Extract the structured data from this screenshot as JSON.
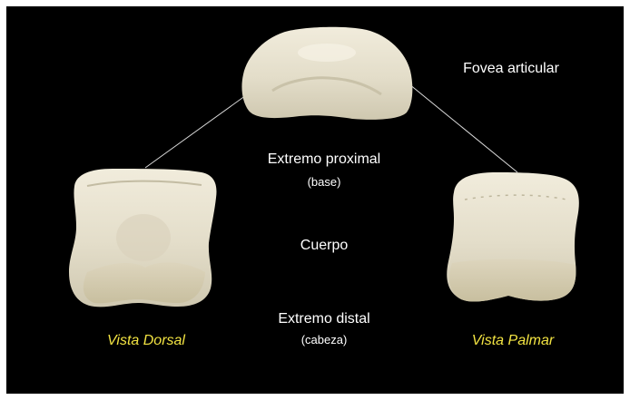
{
  "labels": {
    "fovea": "Fovea articular",
    "proximal": "Extremo proximal",
    "proximal_sub": "(base)",
    "body": "Cuerpo",
    "distal": "Extremo distal",
    "distal_sub": "(cabeza)",
    "dorsal": "Vista Dorsal",
    "palmar": "Vista Palmar"
  },
  "colors": {
    "background": "#000000",
    "label_text": "#ffffff",
    "view_label": "#f2e342",
    "bone": "#e8e3d2"
  }
}
